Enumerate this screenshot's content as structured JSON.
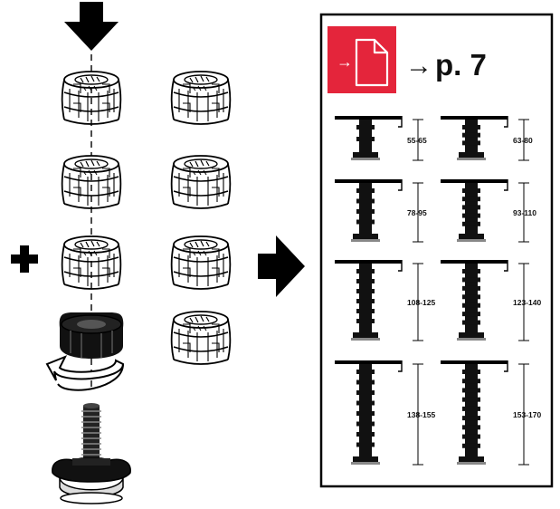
{
  "reference": {
    "arrow_glyph": "→",
    "page_ref": "p. 7",
    "badge_color": "#e4253b"
  },
  "heights": [
    {
      "range": "55-65",
      "extensions": 0
    },
    {
      "range": "63-80",
      "extensions": 0
    },
    {
      "range": "78-95",
      "extensions": 1
    },
    {
      "range": "93-110",
      "extensions": 1
    },
    {
      "range": "108-125",
      "extensions": 2
    },
    {
      "range": "123-140",
      "extensions": 2
    },
    {
      "range": "138-155",
      "extensions": 3
    },
    {
      "range": "153-170",
      "extensions": 3
    }
  ],
  "icons": {
    "down": "down-arrow-icon",
    "plus": "plus-icon",
    "right": "right-arrow-icon",
    "rotate": "rotate-arrow-icon",
    "document": "document-icon"
  }
}
